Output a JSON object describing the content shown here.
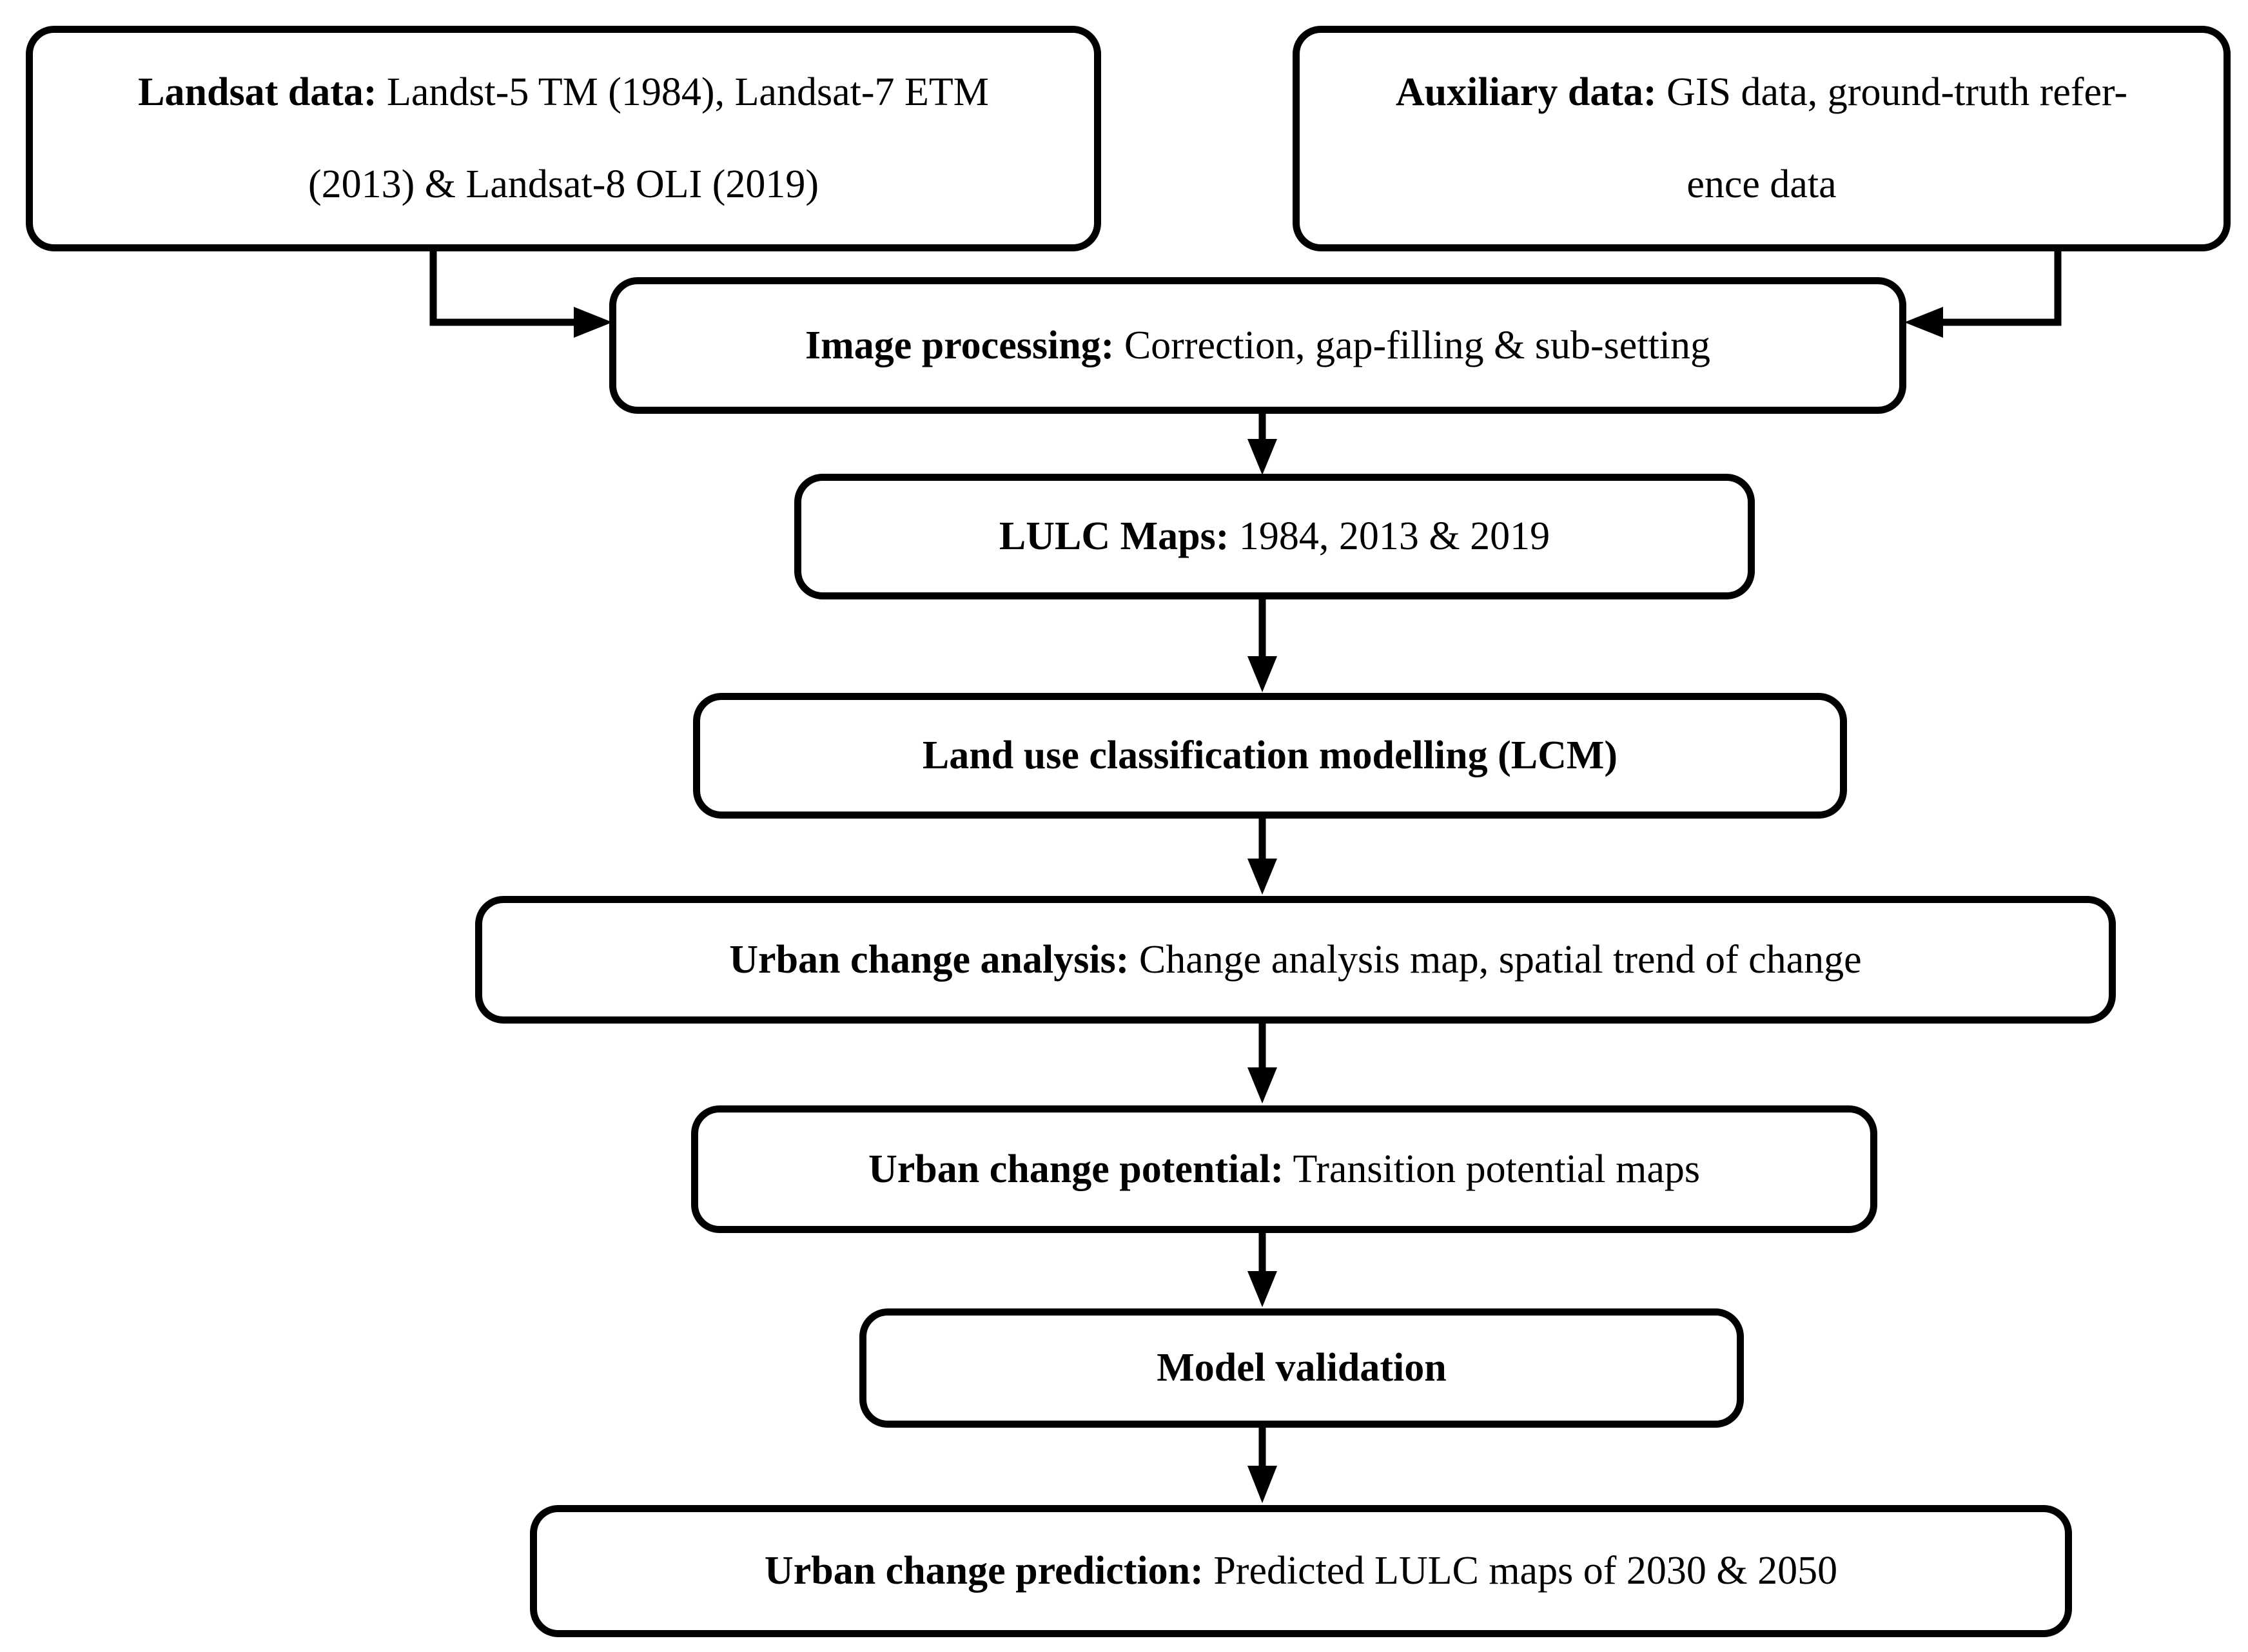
{
  "colors": {
    "background": "#ffffff",
    "box_fill": "#ffffff",
    "box_border": "#000000",
    "text": "#000000",
    "arrow": "#000000"
  },
  "nodes": {
    "landsat": {
      "bold": "Landsat data:",
      "text": " Landst-5 TM (1984), Landsat-7 ETM\n(2013) & Landsat-8 OLI (2019)"
    },
    "auxiliary": {
      "bold": "Auxiliary data:",
      "text": " GIS data, ground-truth refer-\nence data"
    },
    "image_processing": {
      "bold": "Image processing:",
      "text": " Correction, gap-filling & sub-setting"
    },
    "lulc_maps": {
      "bold": "LULC Maps:",
      "text": " 1984, 2013 & 2019"
    },
    "lcm": {
      "bold": "Land use classification modelling (LCM)",
      "text": ""
    },
    "urban_change_analysis": {
      "bold": "Urban change analysis:",
      "text": " Change analysis map, spatial trend of change"
    },
    "urban_change_potential": {
      "bold": "Urban change potential:",
      "text": " Transition potential maps"
    },
    "model_validation": {
      "bold": "Model validation",
      "text": ""
    },
    "urban_change_prediction": {
      "bold": "Urban change prediction:",
      "text": " Predicted LULC maps of 2030 & 2050"
    }
  }
}
